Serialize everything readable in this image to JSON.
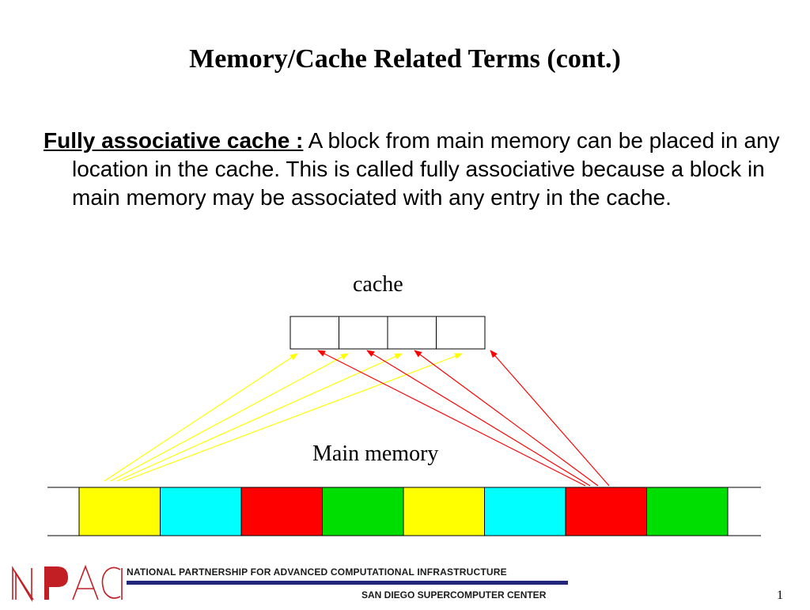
{
  "slide": {
    "title": "Memory/Cache Related Terms (cont.)",
    "term": "Fully associative cache :",
    "definition": " A block from main memory can be placed in any location in the cache. This is called fully associative because a block in main memory may be associated with any entry in the cache."
  },
  "diagram": {
    "cache_label": "cache",
    "memory_label": "Main memory",
    "cache_slots": 4,
    "memory_blocks": [
      {
        "color": "#ffff00"
      },
      {
        "color": "#00ffff"
      },
      {
        "color": "#ff0000"
      },
      {
        "color": "#00dd00"
      },
      {
        "color": "#ffff00"
      },
      {
        "color": "#00ffff"
      },
      {
        "color": "#ff0000"
      },
      {
        "color": "#00dd00"
      }
    ],
    "arrow_colors": {
      "yellow": "#ffff00",
      "red": "#ff0000"
    }
  },
  "footer": {
    "logo_text": "NPACI",
    "line1": "NATIONAL PARTNERSHIP FOR ADVANCED COMPUTATIONAL INFRASTRUCTURE",
    "line2": "SAN DIEGO SUPERCOMPUTER CENTER",
    "page_number": "1"
  }
}
